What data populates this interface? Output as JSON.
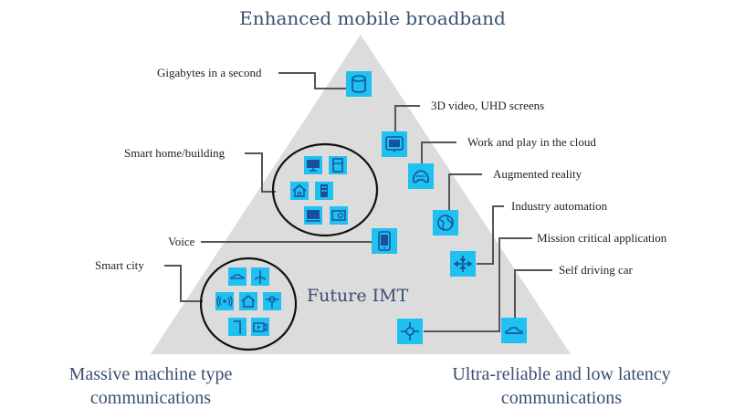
{
  "diagram": {
    "title_top": "Enhanced mobile broadband",
    "title_bottom_left": "Massive machine type communications",
    "title_bottom_left_line1": "Massive machine type",
    "title_bottom_left_line2": "communications",
    "title_bottom_right_line1": "Ultra-reliable and low latency",
    "title_bottom_right_line2": "communications",
    "center_label": "Future IMT",
    "colors": {
      "triangle": "#dcdcdc",
      "icon_fill": "#1fc1f0",
      "icon_glyph": "#1a4f9c",
      "connector": "#555555",
      "title_text": "#3a4f70"
    },
    "labels": {
      "gigabytes": "Gigabytes in a second",
      "video": "3D video, UHD screens",
      "cloud": "Work and play in the cloud",
      "ar": "Augmented reality",
      "industry": "Industry automation",
      "mission": "Mission critical application",
      "car": "Self driving car",
      "smart_home": "Smart home/building",
      "voice": "Voice",
      "smart_city": "Smart city"
    },
    "icons": {
      "gigabytes": "database-icon",
      "video": "monitor-icon",
      "cloud": "gamepad-icon",
      "ar": "globe-icon",
      "industry": "arrows-icon",
      "mission": "crosshair-icon",
      "car": "car-icon",
      "voice": "phone-icon"
    }
  }
}
